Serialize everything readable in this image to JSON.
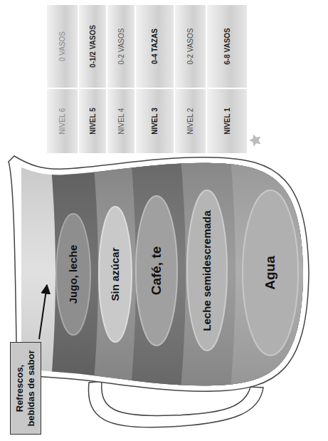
{
  "diagram": {
    "nodes": [
      {
        "text": [
          "Refrescos, bebidas de sabor"
        ]
      },
      {
        "text": [
          "Jugo, leche"
        ]
      },
      {
        "text": [
          "Sin azúcar"
        ]
      },
      {
        "text": [
          "Café, te"
        ]
      },
      {
        "text": [
          "Leche semidescremada"
        ]
      },
      {
        "text": [
          "Agua"
        ]
      },
      {
        "text": [
          "NIVEL 6",
          "0 VASOS"
        ]
      },
      {
        "text": [
          "NIVEL 5",
          "0-1/2 VASOS"
        ]
      },
      {
        "text": [
          "NIVEL 4",
          "0-2 VASOS"
        ]
      },
      {
        "text": [
          "NIVEL 3",
          "0-4 TAZAS"
        ]
      },
      {
        "text": [
          "NIVEL 2",
          "0-2 VASOS"
        ]
      },
      {
        "text": [
          "NIVEL 1",
          "6-8 VASOS"
        ]
      }
    ]
  }
}
